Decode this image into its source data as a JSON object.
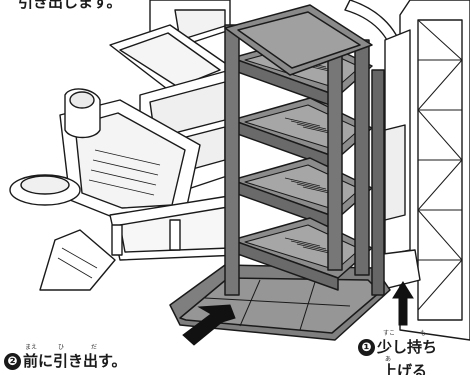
{
  "caption_top": "引き出します。",
  "steps": [
    {
      "number": "❷",
      "text": "前に引き出す。",
      "ruby": [
        "まえ",
        "ひ",
        "だ"
      ]
    },
    {
      "number": "❶",
      "text_line1": "少し持ち",
      "text_line2": "上げる",
      "ruby": [
        "すこ",
        "も",
        "あ"
      ]
    }
  ],
  "colors": {
    "ink": "#1a1a1a",
    "tower_fill": "#7f7f7f",
    "tower_dark": "#555555",
    "tower_light": "#9a9a9a",
    "paper": "#ffffff"
  }
}
